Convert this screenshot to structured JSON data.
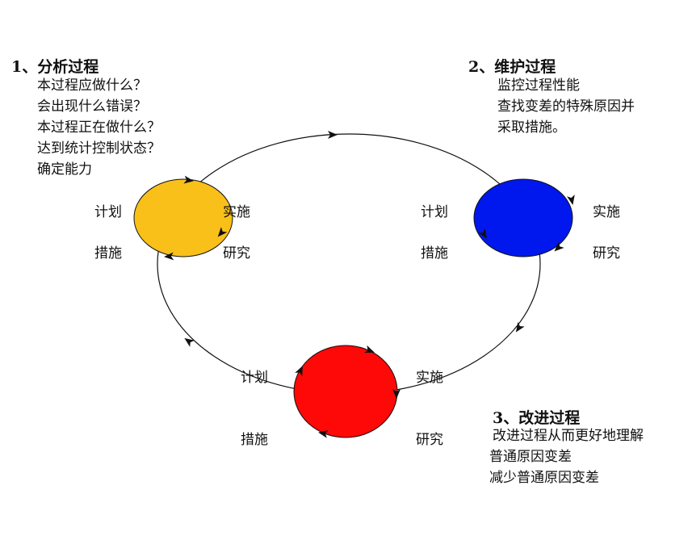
{
  "colors": {
    "yellow": "#f9c01a",
    "blue": "#0018ee",
    "red": "#ff0808",
    "stroke": "#111111"
  },
  "section1": {
    "heading": "1、分析过程",
    "lines": [
      "本过程应做什么？",
      "会出现什么错误？",
      "本过程正在做什么？",
      "达到统计控制状态？",
      "确定能力"
    ]
  },
  "section2": {
    "heading": "2、维护过程",
    "lines": [
      "监控过程性能",
      "查找变差的特殊原因并",
      "采取措施。"
    ]
  },
  "section3": {
    "heading": "3、改进过程",
    "lines": [
      "改进过程从而更好地理解",
      "普通原因变差",
      "减少普通原因变差"
    ]
  },
  "cycle_yellow": {
    "plan": "计划",
    "do": "实施",
    "study": "研究",
    "act": "措施"
  },
  "cycle_blue": {
    "plan": "计划",
    "do": "实施",
    "study": "研究",
    "act": "措施"
  },
  "cycle_red": {
    "plan": "计划",
    "do": "实施",
    "study": "研究",
    "act": "措施"
  }
}
